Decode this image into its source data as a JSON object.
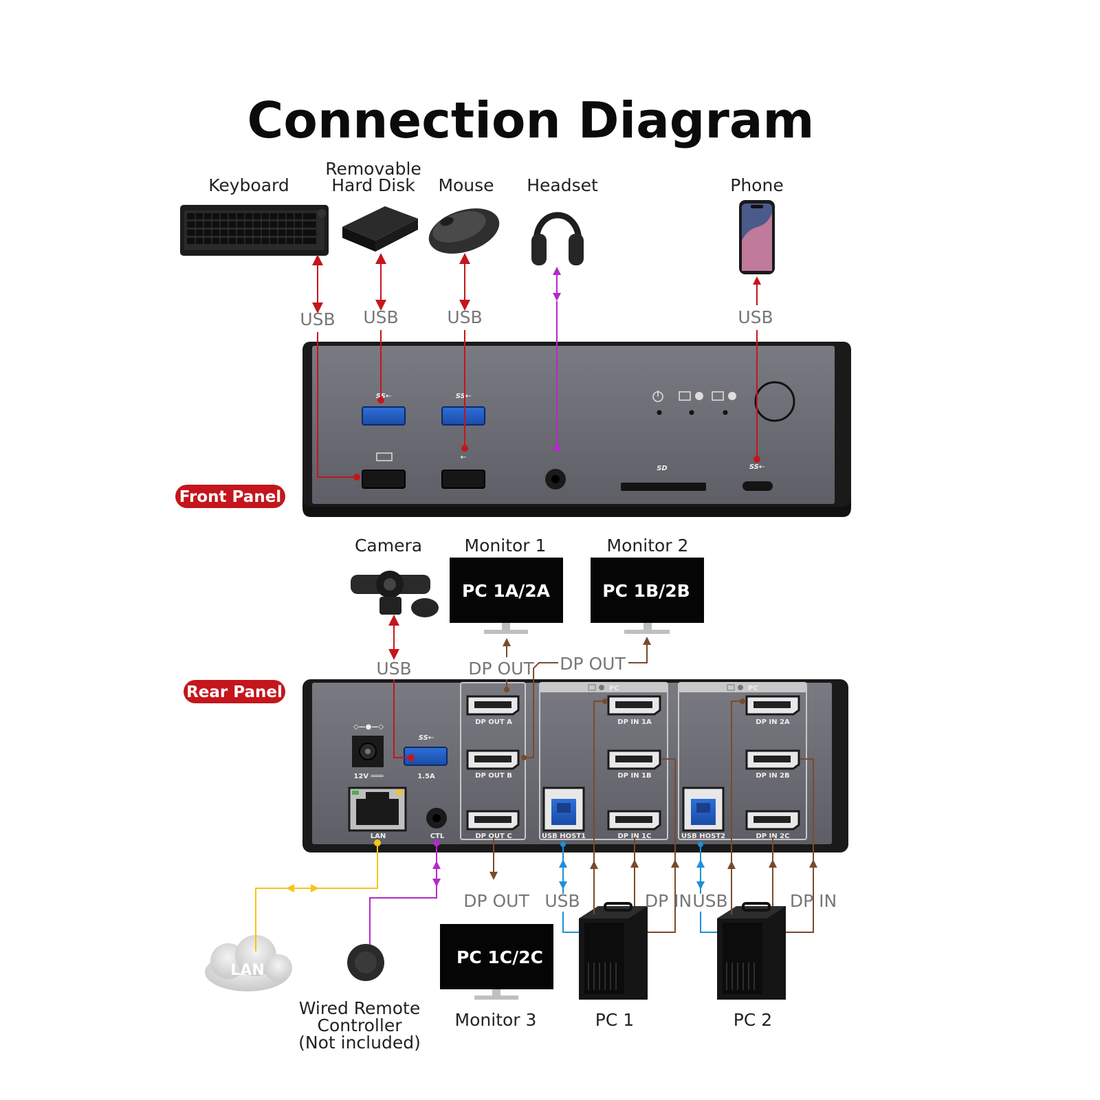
{
  "title": "Connection Diagram",
  "colors": {
    "usb": "#c4161c",
    "audio": "#b429c9",
    "displayport": "#7a4a2b",
    "usb_host": "#1e8fd9",
    "lan": "#f5c518",
    "panel_badge": "#c4161c",
    "panel_body": "#6c6c74"
  },
  "front_panel": {
    "badge": "Front Panel",
    "devices": {
      "keyboard": "Keyboard",
      "hard_disk_line1": "Removable",
      "hard_disk_line2": "Hard Disk",
      "mouse": "Mouse",
      "headset": "Headset",
      "phone": "Phone"
    },
    "connections": {
      "keyboard": "USB",
      "hard_disk": "USB",
      "mouse": "USB",
      "phone": "USB"
    }
  },
  "rear_panel": {
    "badge": "Rear Panel",
    "devices": {
      "camera": "Camera",
      "monitor1": "Monitor 1",
      "monitor1_screen": "PC 1A/2A",
      "monitor2": "Monitor 2",
      "monitor2_screen": "PC 1B/2B",
      "monitor3": "Monitor 3",
      "monitor3_screen": "PC 1C/2C",
      "pc1": "PC 1",
      "pc2": "PC 2",
      "lan_cloud": "LAN",
      "remote_line1": "Wired Remote",
      "remote_line2": "Controller",
      "remote_line3": "(Not included)"
    },
    "connections": {
      "camera": "USB",
      "monitor1": "DP OUT",
      "monitor2": "DP OUT",
      "monitor3": "DP OUT",
      "pc1_usb": "USB",
      "pc1_dp": "DP IN",
      "pc2_usb": "USB",
      "pc2_dp": "DP IN"
    },
    "ports": {
      "dc": "12V ═══",
      "usb_current": "1.5A",
      "lan": "LAN",
      "ctl": "CTL",
      "dp_out_a": "DP OUT A",
      "dp_out_b": "DP OUT B",
      "dp_out_c": "DP OUT C",
      "dp_in_1a": "DP IN 1A",
      "dp_in_1b": "DP IN 1B",
      "dp_in_1c": "DP IN 1C",
      "dp_in_2a": "DP IN 2A",
      "dp_in_2b": "DP IN 2B",
      "dp_in_2c": "DP IN 2C",
      "usb_host1": "USB HOST1",
      "usb_host2": "USB HOST2",
      "group1_tag": "PC",
      "group2_tag": "PC"
    }
  }
}
